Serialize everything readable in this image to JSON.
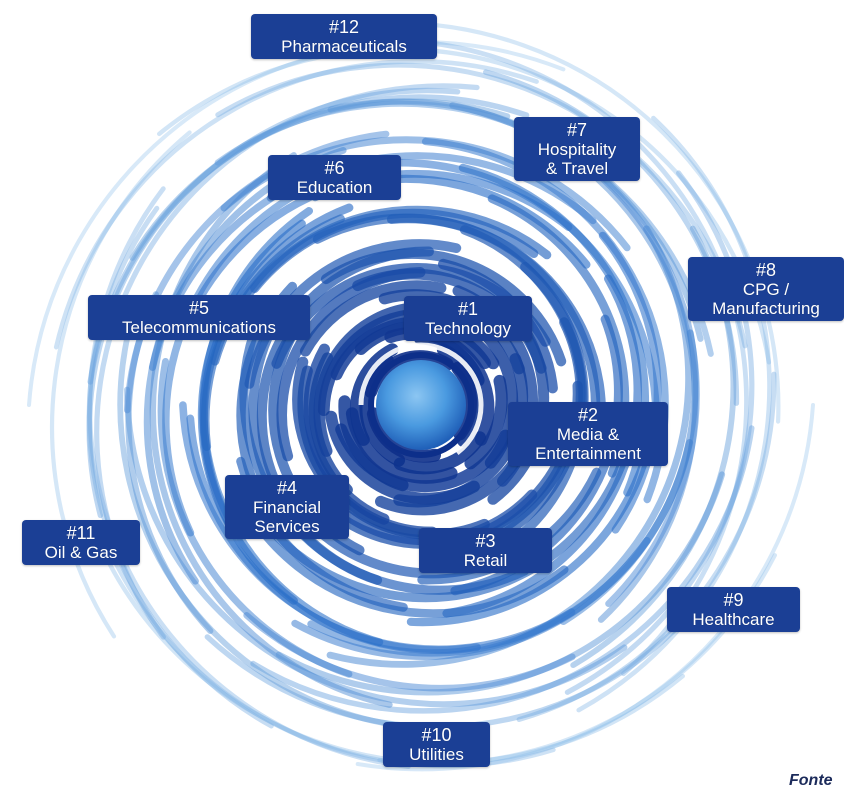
{
  "colors": {
    "label_bg": "#1b3f95",
    "label_text": "#ffffff",
    "spiral_dark": "#0d2f8a",
    "spiral_mid": "#2a6fc9",
    "spiral_light": "#8fc0ea",
    "center": "#4a9ae0"
  },
  "labels": [
    {
      "rank": "#1",
      "lines": [
        "Technology"
      ]
    },
    {
      "rank": "#2",
      "lines": [
        "Media &",
        "Entertainment"
      ]
    },
    {
      "rank": "#3",
      "lines": [
        "Retail"
      ]
    },
    {
      "rank": "#4",
      "lines": [
        "Financial",
        "Services"
      ]
    },
    {
      "rank": "#5",
      "lines": [
        "Telecommunications"
      ]
    },
    {
      "rank": "#6",
      "lines": [
        "Education"
      ]
    },
    {
      "rank": "#7",
      "lines": [
        "Hospitality",
        "& Travel"
      ]
    },
    {
      "rank": "#8",
      "lines": [
        "CPG /",
        "Manufacturing"
      ]
    },
    {
      "rank": "#9",
      "lines": [
        "Healthcare"
      ]
    },
    {
      "rank": "#10",
      "lines": [
        "Utilities"
      ]
    },
    {
      "rank": "#11",
      "lines": [
        "Oil & Gas"
      ]
    },
    {
      "rank": "#12",
      "lines": [
        "Pharmaceuticals"
      ]
    }
  ],
  "footer_text": "Fonte"
}
